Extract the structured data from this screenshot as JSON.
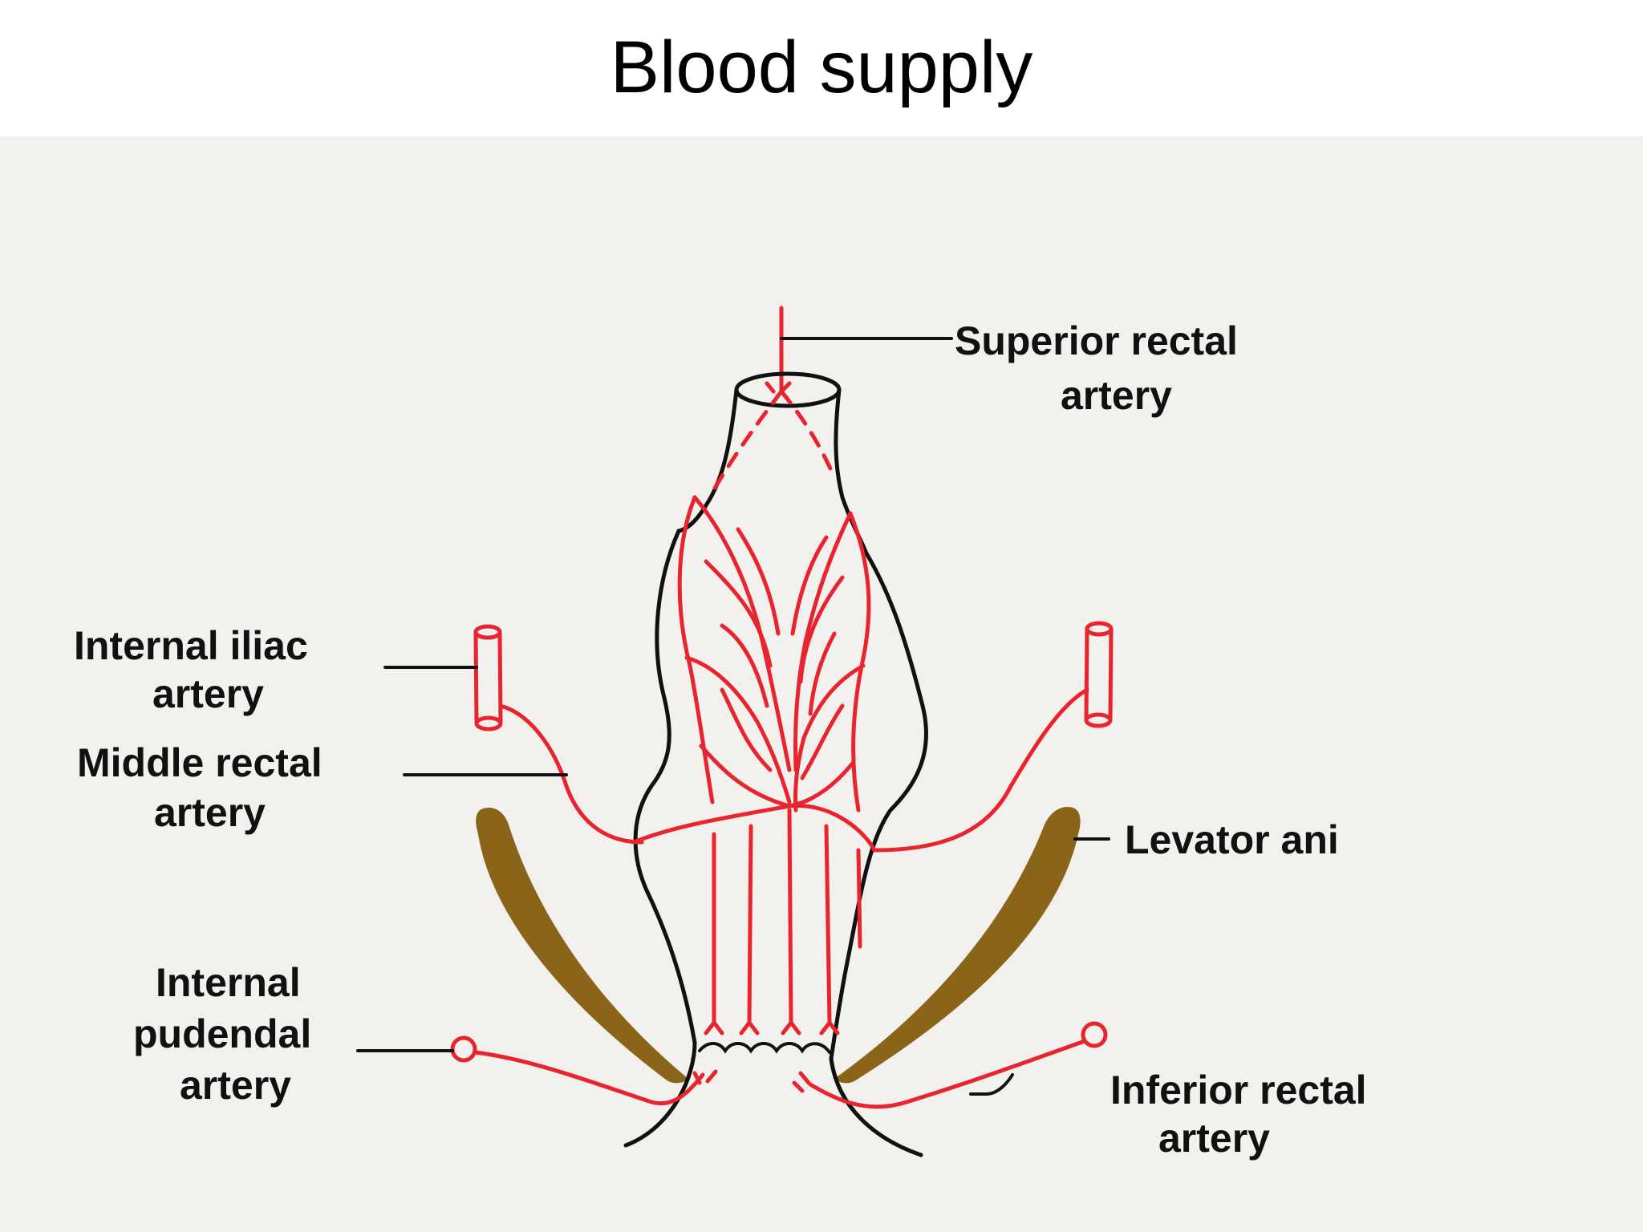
{
  "slide": {
    "title": "Blood supply"
  },
  "labels": {
    "superior_rectal": [
      "Superior rectal",
      "artery"
    ],
    "internal_iliac": [
      "Internal iliac",
      "artery"
    ],
    "middle_rectal": [
      "Middle rectal",
      "artery"
    ],
    "levator_ani": [
      "Levator ani"
    ],
    "internal_pudendal": [
      "Internal",
      "pudendal",
      "artery"
    ],
    "inferior_rectal": [
      "Inferior rectal",
      "artery"
    ]
  },
  "colors": {
    "artery": "#e8242e",
    "outline": "#111111",
    "muscle": "#8a6418",
    "background": "#f3f1ee"
  }
}
